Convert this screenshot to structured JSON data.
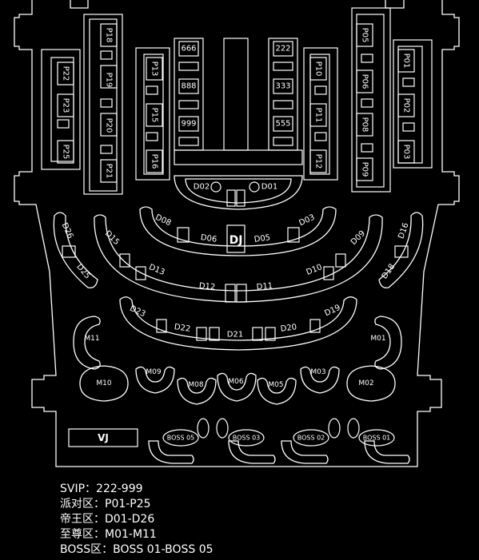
{
  "labels": {
    "P18": "P18",
    "P19": "P19",
    "P20": "P20",
    "P21": "P21",
    "P22": "P22",
    "P23": "P23",
    "P25": "P25",
    "P13": "P13",
    "P15": "P15",
    "P16": "P16",
    "P10": "P10",
    "P11": "P11",
    "P12": "P12",
    "P05": "P05",
    "P06": "P06",
    "P08": "P08",
    "P09": "P09",
    "P01": "P01",
    "P02": "P02",
    "P03": "P03",
    "V666": "666",
    "V888": "888",
    "V999": "999",
    "V222": "222",
    "V333": "333",
    "V555": "555",
    "D01": "D01",
    "D02": "D02",
    "D03": "D03",
    "D05": "D05",
    "D06": "D06",
    "D08": "D08",
    "D09": "D09",
    "D10": "D10",
    "D11": "D11",
    "D12": "D12",
    "D13": "D13",
    "D15": "D15",
    "D16": "D16",
    "D18": "D18",
    "D19": "D19",
    "D20": "D20",
    "D21": "D21",
    "D22": "D22",
    "D23": "D23",
    "D25": "D25",
    "D26": "D26",
    "M01": "M01",
    "M02": "M02",
    "M03": "M03",
    "M05": "M05",
    "M06": "M06",
    "M08": "M08",
    "M09": "M09",
    "M10": "M10",
    "M11": "M11",
    "BOSS01": "BOSS 01",
    "BOSS02": "BOSS 02",
    "BOSS03": "BOSS 03",
    "BOSS05": "BOSS 05",
    "DJ": "DJ",
    "VJ": "VJ"
  },
  "legend": [
    "SVIP：222-999",
    "派对区：P01-P25",
    "帝王区：D01-D26",
    "至尊区：M01-M11",
    "BOSS区：BOSS 01-BOSS 05"
  ]
}
